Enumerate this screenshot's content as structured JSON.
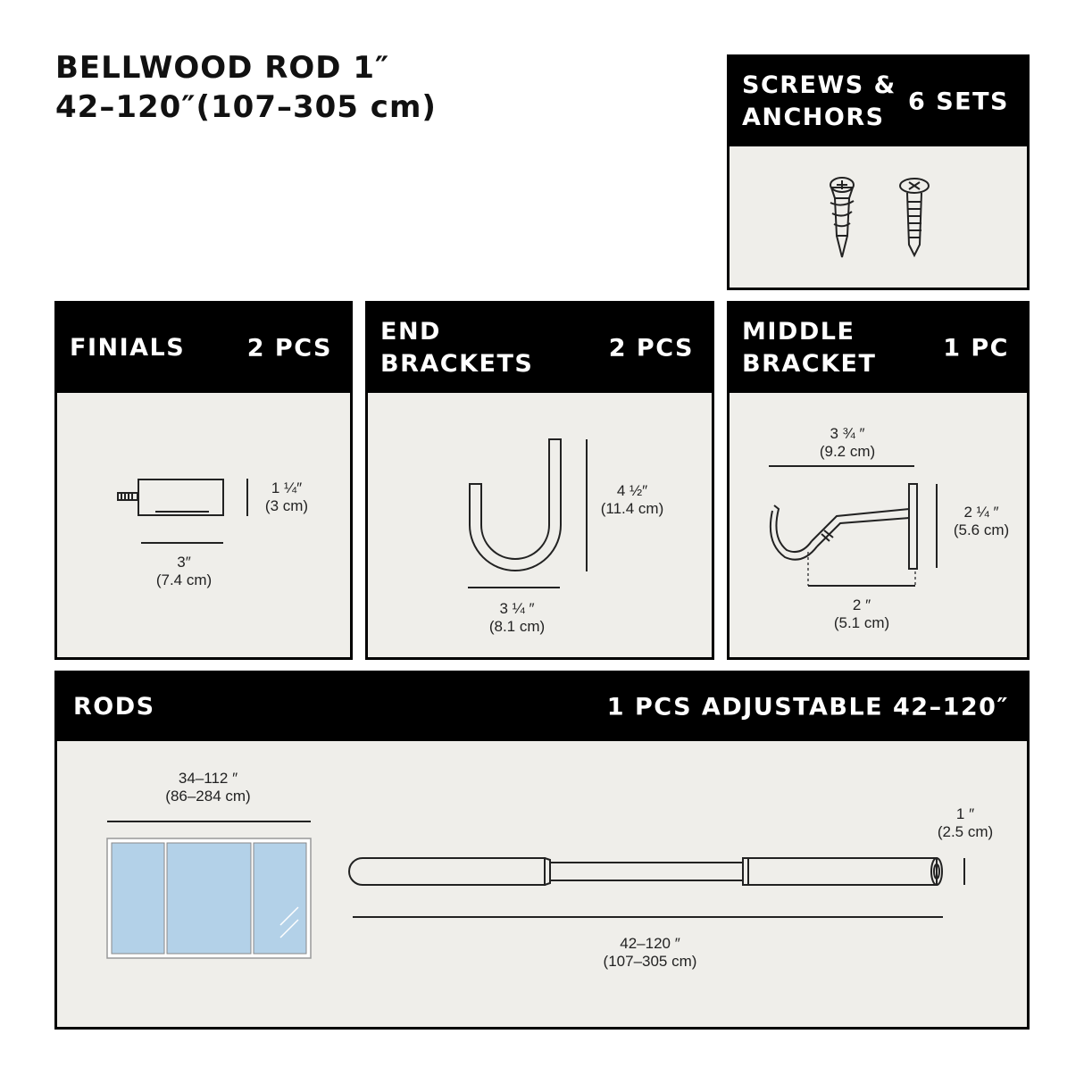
{
  "title": {
    "line1": "BELLWOOD ROD 1″",
    "line2": "42–120″(107–305 cm)"
  },
  "screws": {
    "name_line1": "SCREWS &",
    "name_line2": "ANCHORS",
    "qty": "6 SETS"
  },
  "finials": {
    "name": "FINIALS",
    "qty": "2 PCS",
    "height_in": "1 ¼″",
    "height_cm": "(3 cm)",
    "width_in": "3″",
    "width_cm": "(7.4 cm)"
  },
  "end_brackets": {
    "name_line1": "END",
    "name_line2": "BRACKETS",
    "qty": "2 PCS",
    "height_in": "4 ½″",
    "height_cm": "(11.4 cm)",
    "width_in": "3 ¼ ″",
    "width_cm": "(8.1 cm)"
  },
  "middle_bracket": {
    "name_line1": "MIDDLE",
    "name_line2": "BRACKET",
    "qty": "1 PC",
    "top_in": "3 ¾ ″",
    "top_cm": "(9.2 cm)",
    "height_in": "2 ¼ ″",
    "height_cm": "(5.6 cm)",
    "depth_in": "2 ″",
    "depth_cm": "(5.1 cm)"
  },
  "rods": {
    "name": "RODS",
    "qty": "1 PCS ADJUSTABLE 42–120″",
    "window_in": "34–112 ″",
    "window_cm": "(86–284 cm)",
    "diameter_in": "1 ″",
    "diameter_cm": "(2.5 cm)",
    "length_in": "42–120 ″",
    "length_cm": "(107–305 cm)"
  },
  "colors": {
    "panel_bg": "#efeeea",
    "header_bg": "#000000",
    "window_glass": "#b3d1e8"
  }
}
